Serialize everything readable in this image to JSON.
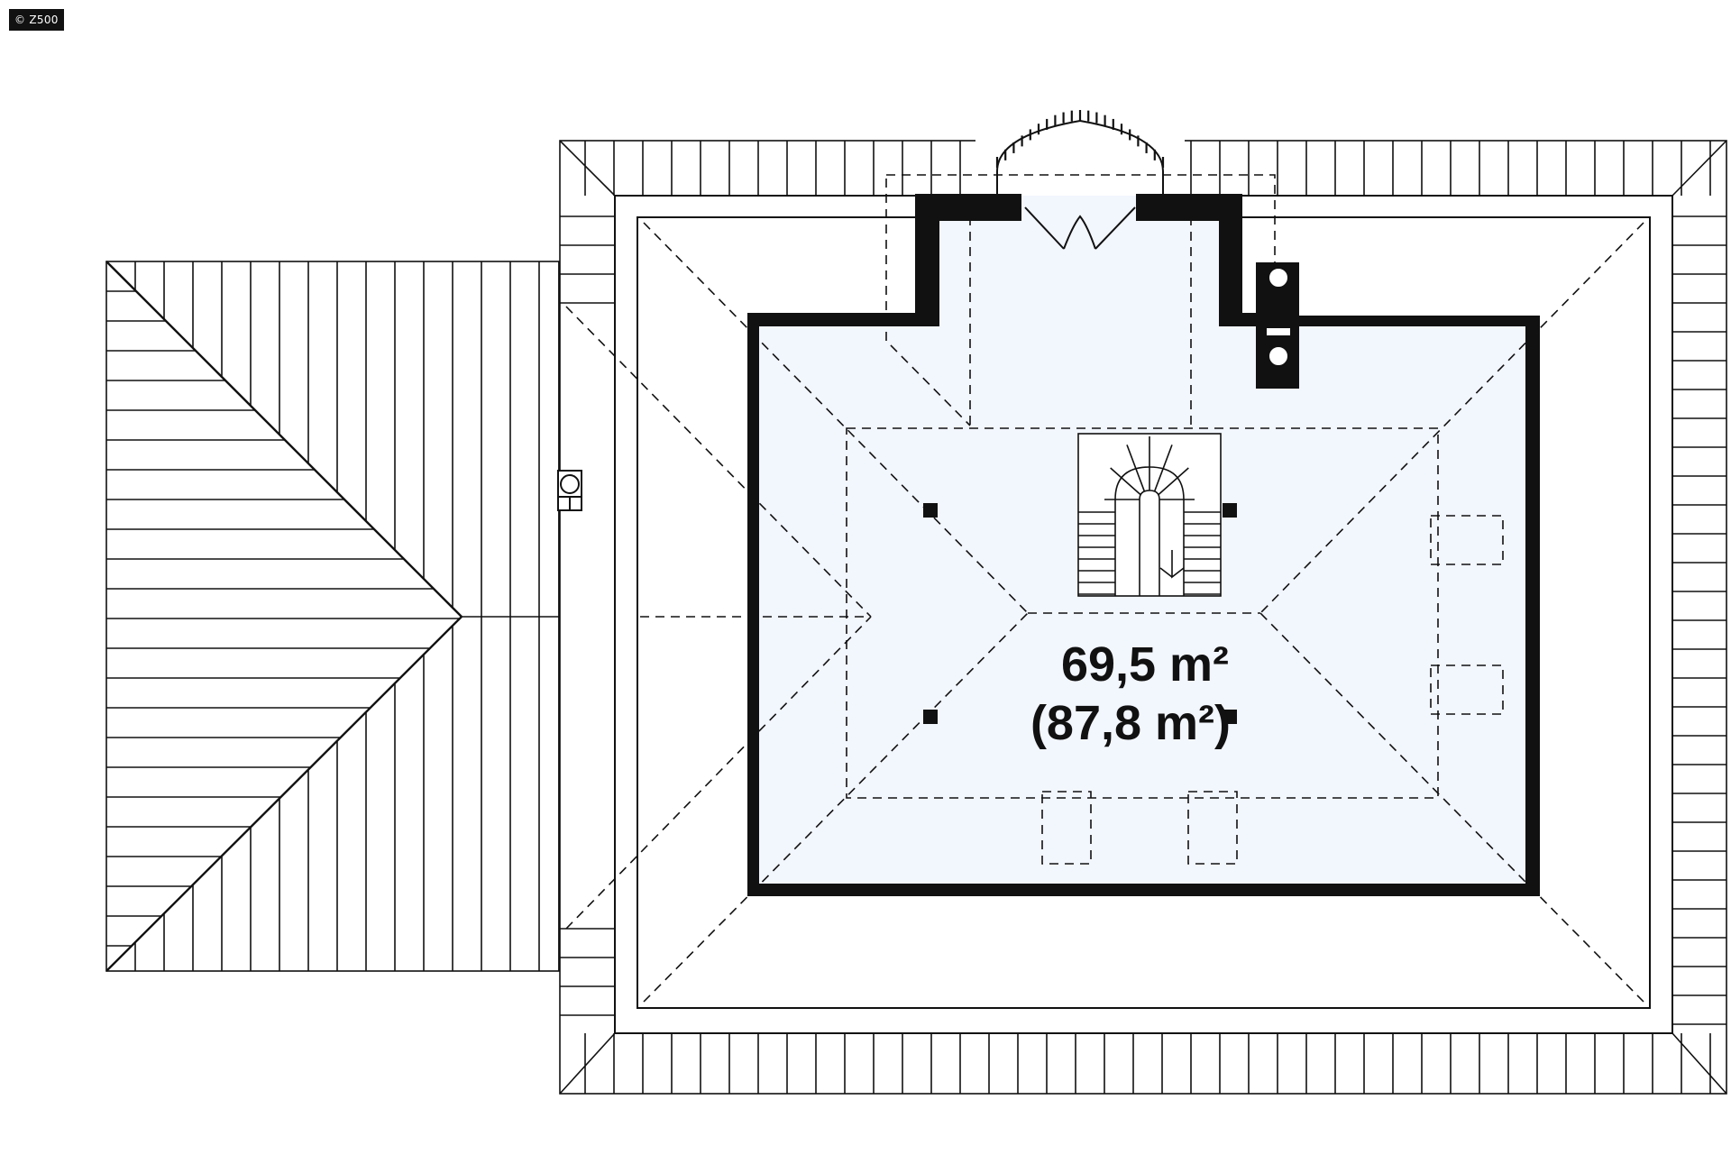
{
  "watermark": "© Z500",
  "plan": {
    "usable_area": "69,5 m²",
    "total_area": "(87,8 m²)"
  },
  "colors": {
    "room_fill": "#f2f6fd",
    "line": "#111111"
  }
}
